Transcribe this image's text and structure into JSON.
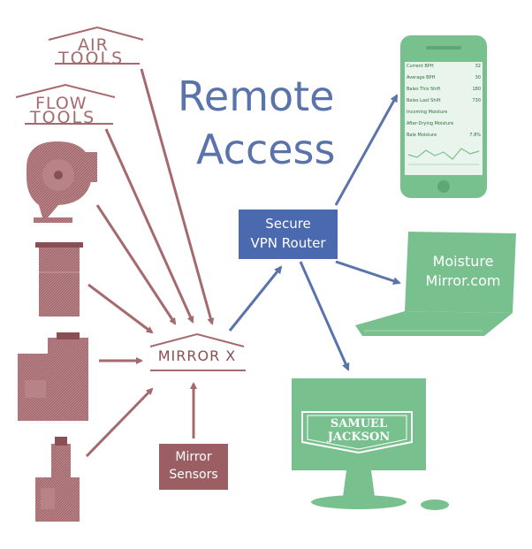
{
  "title": {
    "line1": "Remote",
    "line2": "Access"
  },
  "logos": {
    "air_tools": {
      "line1": "AIR",
      "line2": "TOOLS"
    },
    "flow_tools": {
      "line1": "FLOW",
      "line2": "TOOLS"
    }
  },
  "hub": {
    "label": "MIRROR X"
  },
  "router": {
    "line1": "Secure",
    "line2": "VPN Router"
  },
  "sensors": {
    "line1": "Mirror",
    "line2": "Sensors"
  },
  "laptop": {
    "line1": "Moisture",
    "line2": "Mirror.com"
  },
  "desktop": {
    "brand": "SAMUEL JACKSON"
  },
  "phone": {
    "rows": [
      {
        "label": "Current BPH",
        "value": "32"
      },
      {
        "label": "Average BPH",
        "value": "30"
      },
      {
        "label": "Bales This Shift",
        "value": "180"
      },
      {
        "label": "Bales Last Shift",
        "value": "730"
      },
      {
        "label": "Incoming Moisture",
        "value": ""
      },
      {
        "label": "After-Drying Moisture",
        "value": ""
      },
      {
        "label": "Bale Moisture",
        "value": "7.8%"
      }
    ]
  },
  "colors": {
    "maroon": "#a46a6e",
    "blue": "#5a74ab",
    "green": "#79c08f",
    "router_bg": "#4a69ae",
    "sensors_bg": "#9b5f63"
  }
}
